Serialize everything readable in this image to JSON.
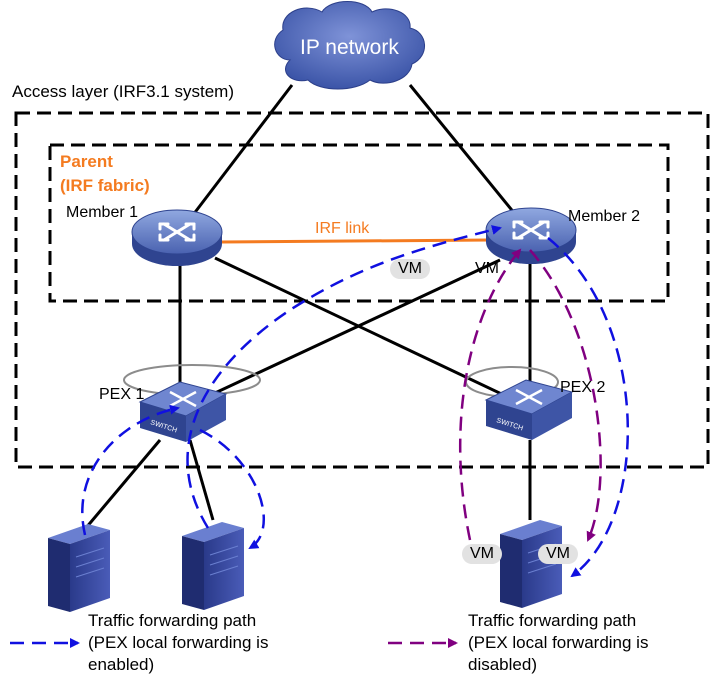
{
  "cloud": {
    "label": "IP network"
  },
  "access_layer": {
    "label": "Access layer (IRF3.1 system)"
  },
  "parent": {
    "line1": "Parent",
    "line2": "(IRF fabric)"
  },
  "members": {
    "member1": "Member 1",
    "member2": "Member 2"
  },
  "irf_link": {
    "label": "IRF link"
  },
  "pex": {
    "pex1": "PEX 1",
    "pex2": "PEX 2"
  },
  "vm_labels": {
    "top_left": "VM",
    "top_right": "VM",
    "bottom_left": "VM",
    "bottom_right": "VM"
  },
  "legend": {
    "enabled": {
      "line1": "Traffic forwarding path",
      "line2": "(PEX local forwarding is",
      "line3": "enabled)"
    },
    "disabled": {
      "line1": "Traffic forwarding path",
      "line2": "(PEX local forwarding is",
      "line3": "disabled)"
    }
  },
  "colors": {
    "blue_path": "#1010e0",
    "purple_path": "#800080",
    "irf_link": "#f47b20",
    "device": "#4a62b0"
  }
}
